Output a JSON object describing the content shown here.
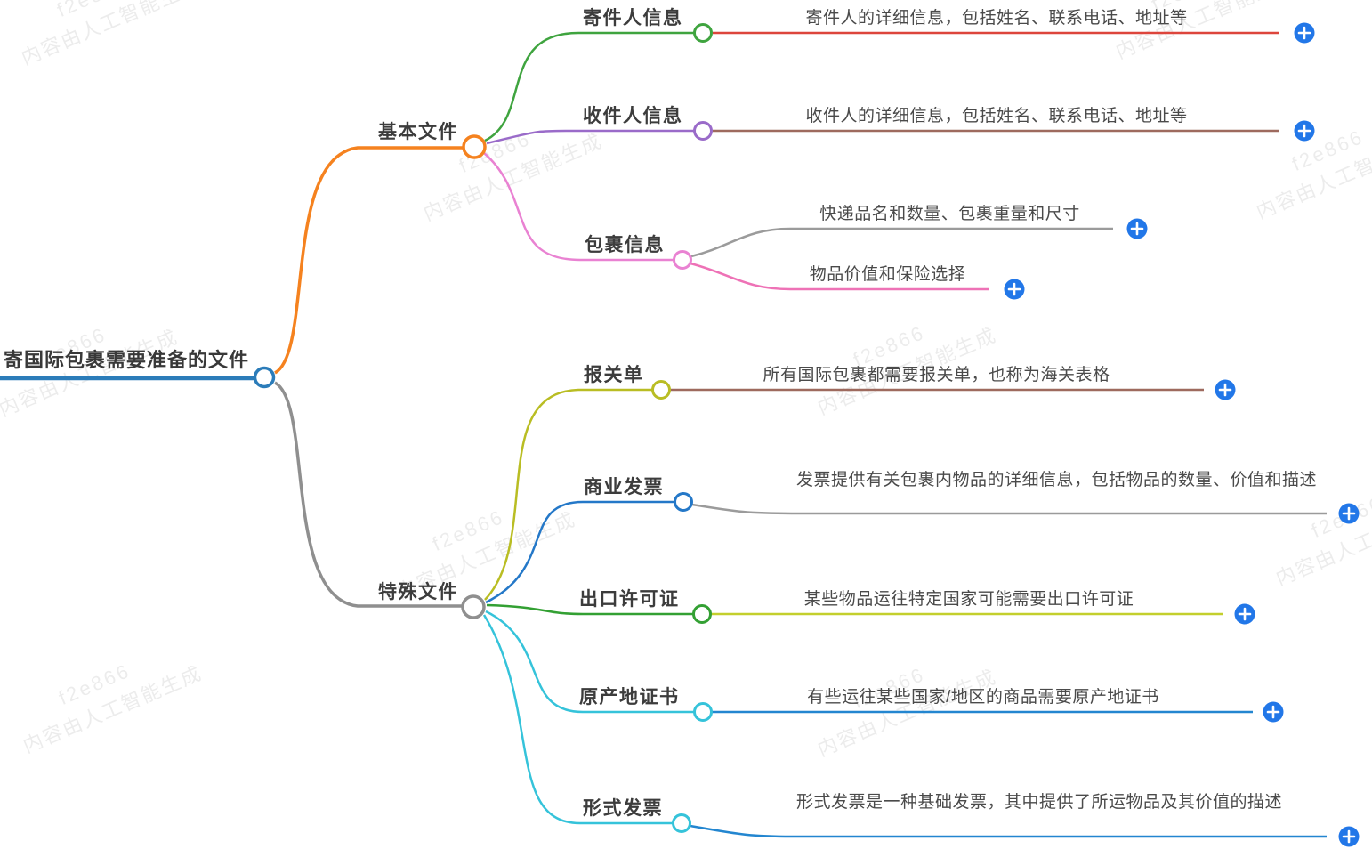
{
  "title": "寄国际包裹需要准备的文件",
  "watermark": {
    "line1": "f2e866",
    "line2": "内容由人工智能生成"
  },
  "palette": {
    "root_blue": "#2b7cb9",
    "orange": "#f5821f",
    "branch_gray": "#8f8f8f",
    "green": "#3fa43f",
    "red_line": "#dd453c",
    "purple": "#9a6bc9",
    "maroon_line": "#9e6a5e",
    "pink": "#e982d2",
    "pink_line": "#ee72b6",
    "gray_line": "#9b9b9b",
    "olive": "#b9bd23",
    "olive_line": "#c3cf2d",
    "blue": "#2478c8",
    "green2": "#33a033",
    "cyan": "#35c3da",
    "blue_line": "#2386d0",
    "plus_blue": "#2277e8",
    "node_fill": "#ffffff"
  },
  "root": {
    "label": "寄国际包裹需要准备的文件"
  },
  "branches": [
    {
      "label": "基本文件",
      "children": [
        {
          "label": "寄件人信息",
          "desc": "寄件人的详细信息，包括姓名、联系电话、地址等"
        },
        {
          "label": "收件人信息",
          "desc": "收件人的详细信息，包括姓名、联系电话、地址等"
        },
        {
          "label": "包裹信息",
          "children": [
            {
              "desc": "快递品名和数量、包裹重量和尺寸"
            },
            {
              "desc": "物品价值和保险选择"
            }
          ]
        }
      ]
    },
    {
      "label": "特殊文件",
      "children": [
        {
          "label": "报关单",
          "desc": "所有国际包裹都需要报关单，也称为海关表格"
        },
        {
          "label": "商业发票",
          "desc": "发票提供有关包裹内物品的详细信息，包括物品的数量、价值和描述"
        },
        {
          "label": "出口许可证",
          "desc": "某些物品运往特定国家可能需要出口许可证"
        },
        {
          "label": "原产地证书",
          "desc": "有些运往某些国家/地区的商品需要原产地证书"
        },
        {
          "label": "形式发票",
          "desc": "形式发票是一种基础发票，其中提供了所运物品及其价值的描述"
        }
      ]
    }
  ]
}
